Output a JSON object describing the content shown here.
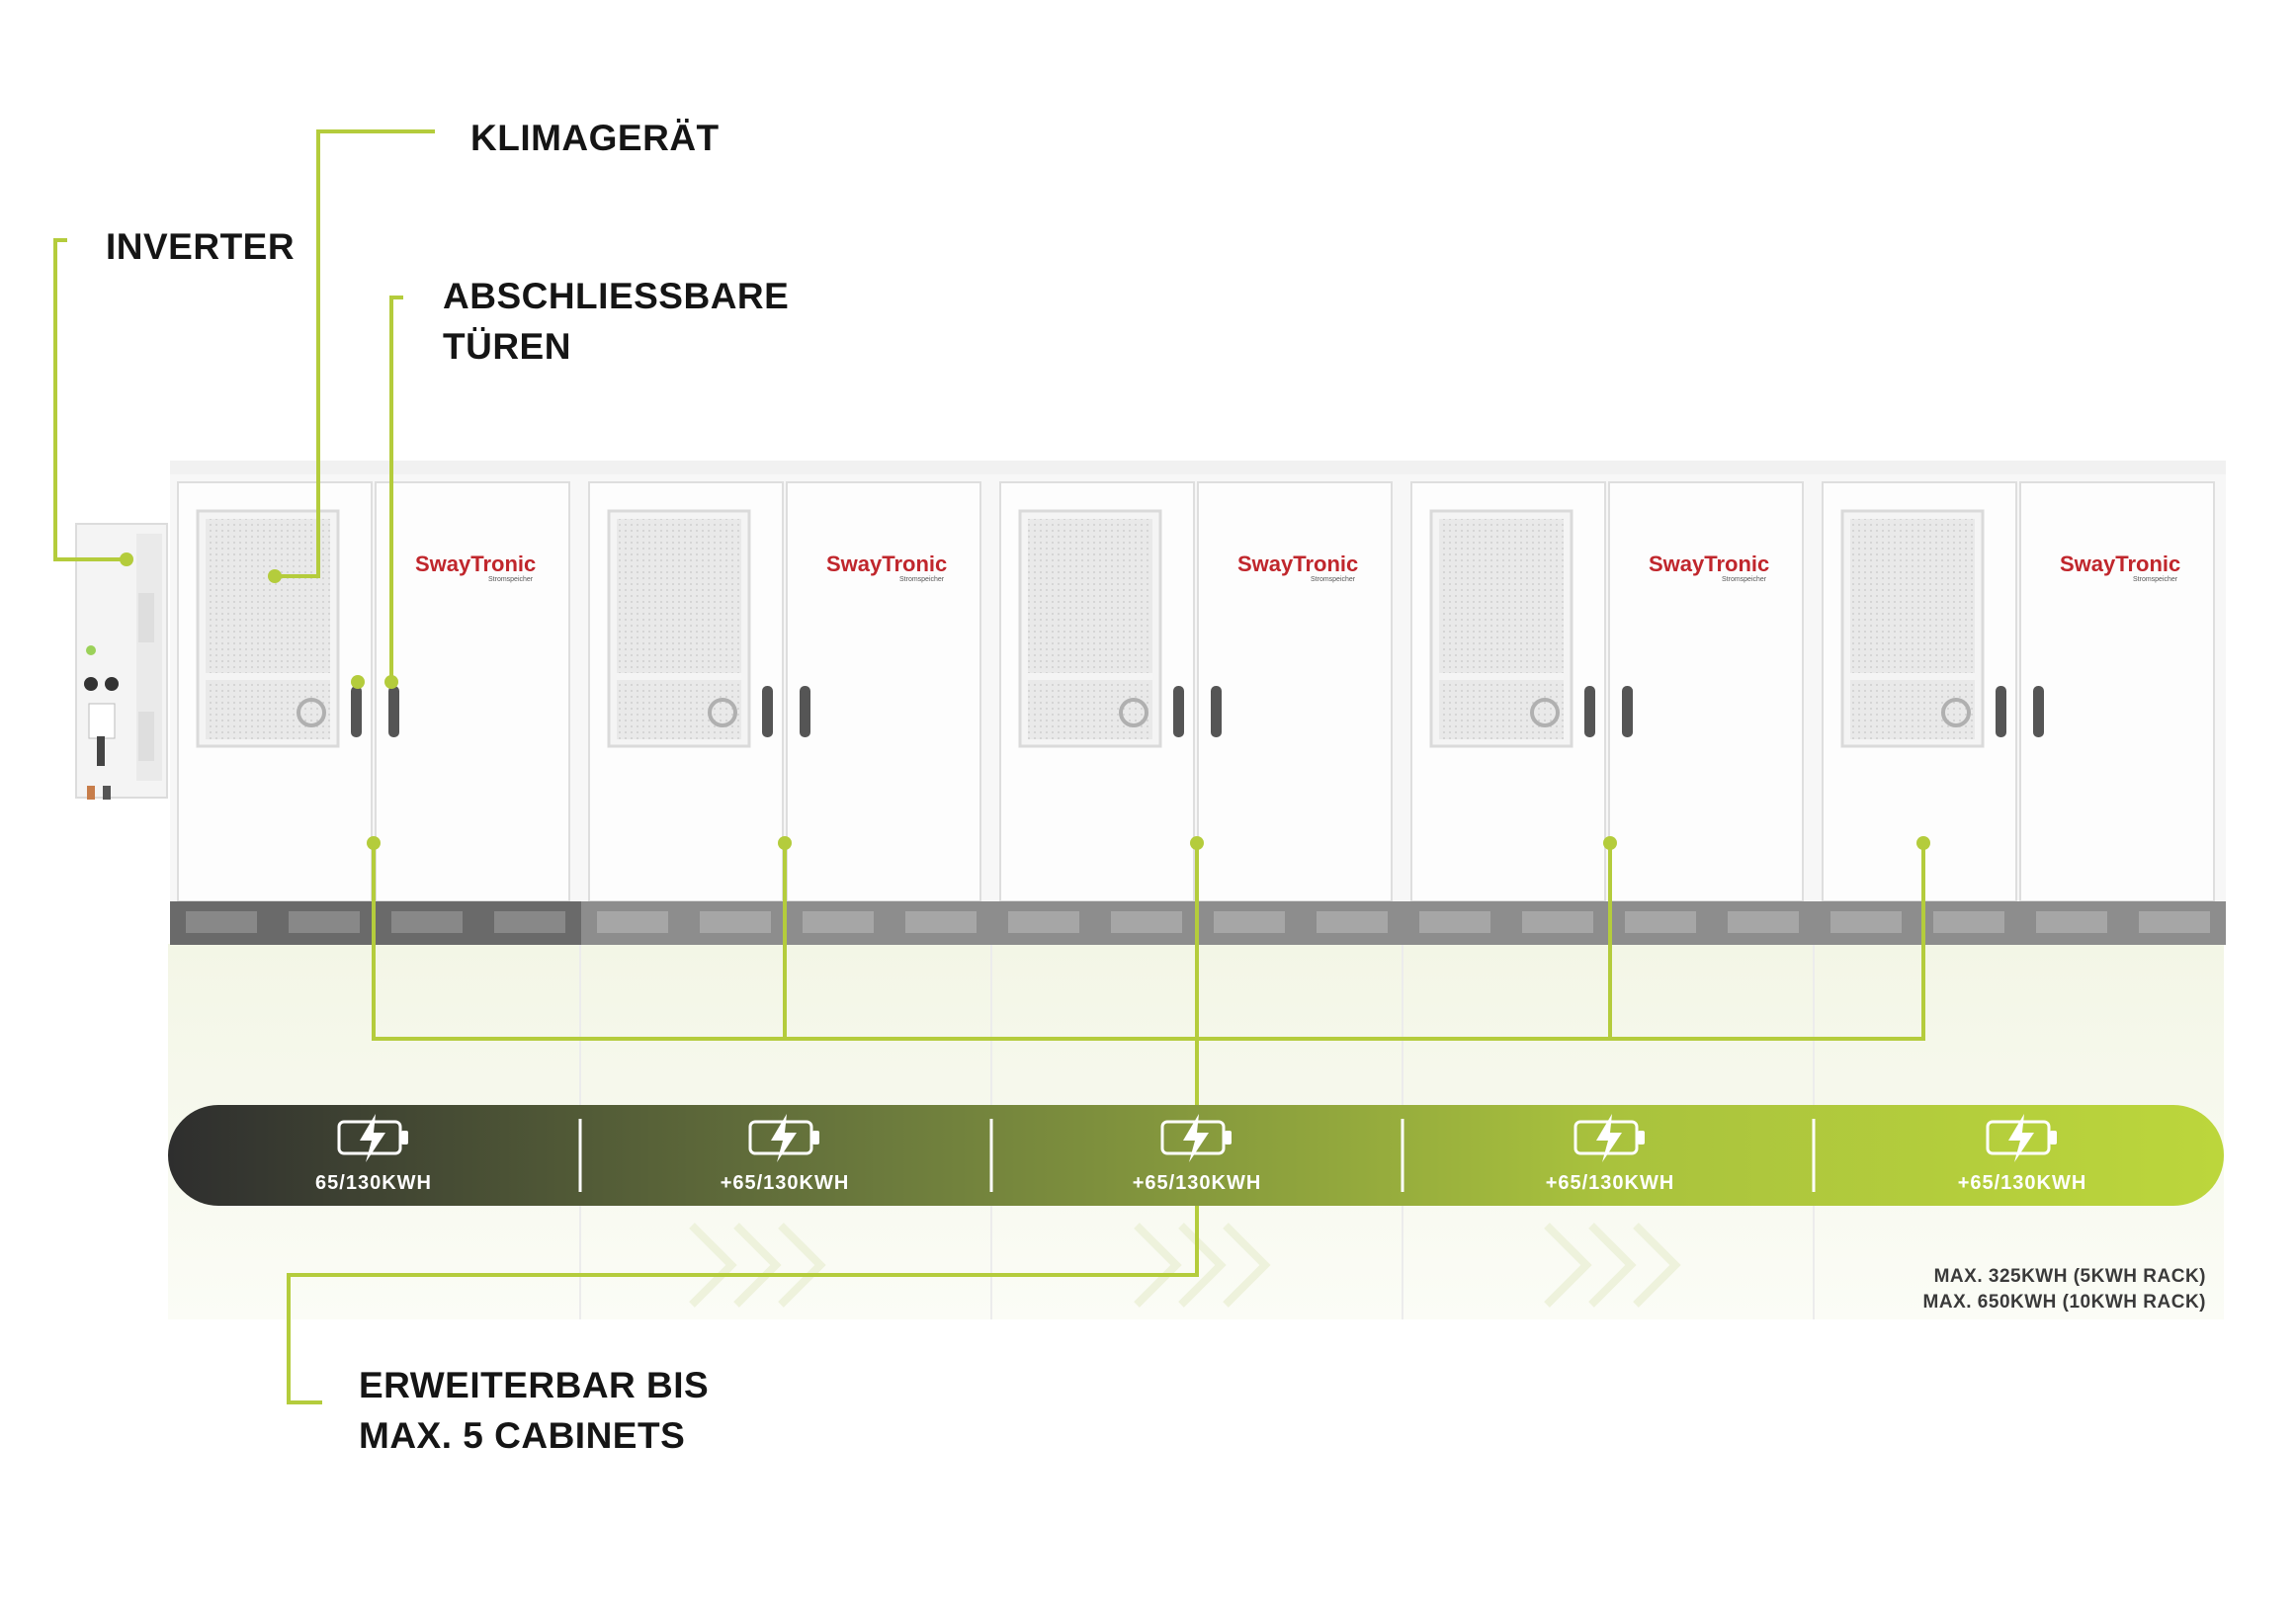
{
  "labels": {
    "inverter": "INVERTER",
    "klima": "KLIMAGERÄT",
    "doors_line1": "ABSCHLIESSBARE",
    "doors_line2": "TÜREN",
    "expand_line1": "ERWEITERBAR BIS",
    "expand_line2": "MAX. 5 CABINETS"
  },
  "brand": {
    "name": "SwayTronic",
    "sub": "Stromspeicher"
  },
  "capacity_bar": {
    "segments": [
      "65/130KWH",
      "+65/130KWH",
      "+65/130KWH",
      "+65/130KWH",
      "+65/130KWH"
    ],
    "icon": "battery-charging-icon"
  },
  "notes": {
    "line1": "MAX. 325KWH (5KWH RACK)",
    "line2": "MAX. 650KWH (10KWH RACK)"
  },
  "colors": {
    "accent": "#b4cc3c",
    "bar_start": "#2e2e2e",
    "bar_end": "#bcd63c",
    "text": "#151515"
  }
}
